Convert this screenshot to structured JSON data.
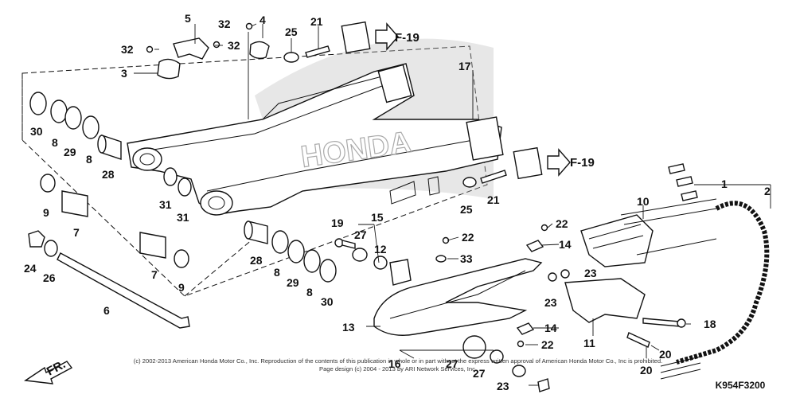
{
  "diagram": {
    "callouts": {
      "c1": "1",
      "c2": "2",
      "c3": "3",
      "c4": "4",
      "c5": "5",
      "c6": "6",
      "c7a": "7",
      "c7b": "7",
      "c8a": "8",
      "c8b": "8",
      "c8c": "8",
      "c8d": "8",
      "c9a": "9",
      "c9b": "9",
      "c10": "10",
      "c11": "11",
      "c12": "12",
      "c13": "13",
      "c14a": "14",
      "c14b": "14",
      "c15": "15",
      "c16": "16",
      "c17": "17",
      "c18": "18",
      "c19": "19",
      "c20a": "20",
      "c20b": "20",
      "c21a": "21",
      "c21b": "21",
      "c22a": "22",
      "c22b": "22",
      "c22c": "22",
      "c23a": "23",
      "c23b": "23",
      "c23c": "23",
      "c24": "24",
      "c25a": "25",
      "c25b": "25",
      "c26": "26",
      "c27a": "27",
      "c27b": "27",
      "c27c": "27",
      "c28a": "28",
      "c28b": "28",
      "c29a": "29",
      "c29b": "29",
      "c30a": "30",
      "c30b": "30",
      "c31a": "31",
      "c31b": "31",
      "c32a": "32",
      "c32b": "32",
      "c32c": "32",
      "c33": "33"
    },
    "refs": {
      "ref_top": "F-19",
      "ref_right": "F-19"
    },
    "front_marker": "FR.",
    "brand_watermark": "HONDA",
    "footer": {
      "line1": "(c) 2002-2013 American Honda Motor Co., Inc. Reproduction of the contents of this publication in whole or in part without the express written approval of American Honda Motor Co., Inc is prohibited.",
      "line2": "Page design (c) 2004 - 2013 by ARI Network Services, Inc."
    },
    "diagram_code": "K954F3200"
  }
}
